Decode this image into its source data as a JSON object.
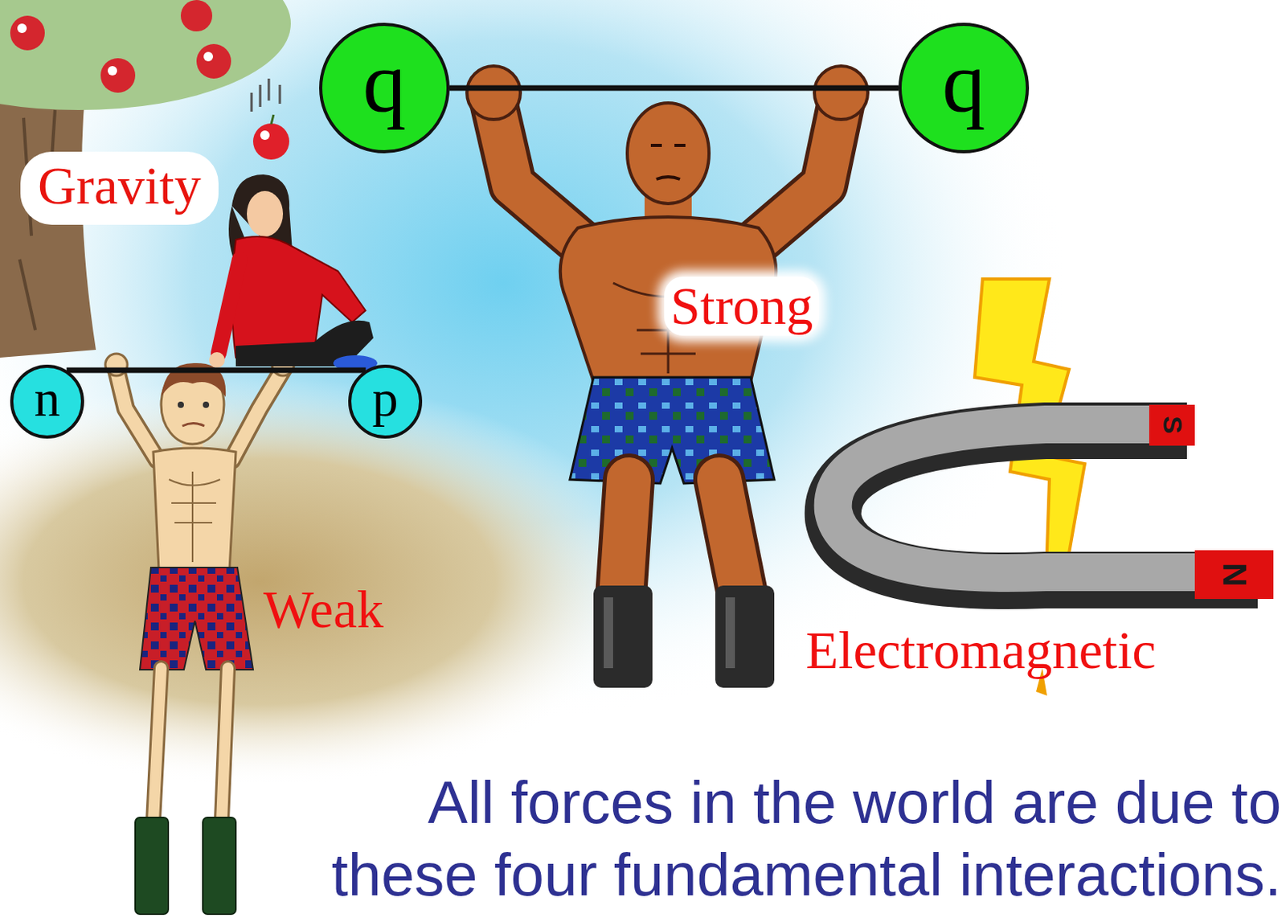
{
  "diagram": {
    "caption": "All forces in the world are due to these four fundamental interactions.",
    "nodes": [
      {
        "text": [
          "q"
        ]
      },
      {
        "text": [
          "q"
        ]
      },
      {
        "text": [
          "Gravity"
        ]
      },
      {
        "text": [
          "n"
        ]
      },
      {
        "text": [
          "p"
        ]
      }
    ],
    "edges": [
      {
        "from": 0,
        "to": 1,
        "arrow": "none"
      },
      {
        "from": 3,
        "to": 4,
        "arrow": "none"
      }
    ],
    "labels": [
      "Strong",
      "Weak",
      "Electromagnetic",
      "S",
      "N"
    ]
  }
}
